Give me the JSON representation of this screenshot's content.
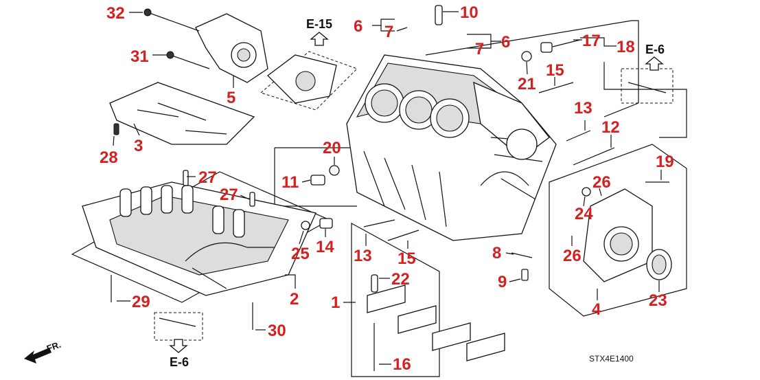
{
  "diagram": {
    "callouts": [
      {
        "id": "c32",
        "label": "32"
      },
      {
        "id": "c31",
        "label": "31"
      },
      {
        "id": "c5",
        "label": "5"
      },
      {
        "id": "c3",
        "label": "3"
      },
      {
        "id": "c28",
        "label": "28"
      },
      {
        "id": "c27a",
        "label": "27"
      },
      {
        "id": "c27b",
        "label": "27"
      },
      {
        "id": "c25",
        "label": "25"
      },
      {
        "id": "c14",
        "label": "14"
      },
      {
        "id": "c29",
        "label": "29"
      },
      {
        "id": "c2",
        "label": "2"
      },
      {
        "id": "c30",
        "label": "30"
      },
      {
        "id": "c10",
        "label": "10"
      },
      {
        "id": "c6a",
        "label": "6"
      },
      {
        "id": "c7a",
        "label": "7"
      },
      {
        "id": "c6b",
        "label": "6"
      },
      {
        "id": "c7b",
        "label": "7"
      },
      {
        "id": "c17",
        "label": "17"
      },
      {
        "id": "c18",
        "label": "18"
      },
      {
        "id": "c21",
        "label": "21"
      },
      {
        "id": "c15a",
        "label": "15"
      },
      {
        "id": "c13a",
        "label": "13"
      },
      {
        "id": "c12",
        "label": "12"
      },
      {
        "id": "c20",
        "label": "20"
      },
      {
        "id": "c11",
        "label": "11"
      },
      {
        "id": "c19",
        "label": "19"
      },
      {
        "id": "c26a",
        "label": "26"
      },
      {
        "id": "c24",
        "label": "24"
      },
      {
        "id": "c26b",
        "label": "26"
      },
      {
        "id": "c13b",
        "label": "13"
      },
      {
        "id": "c15b",
        "label": "15"
      },
      {
        "id": "c8",
        "label": "8"
      },
      {
        "id": "c9",
        "label": "9"
      },
      {
        "id": "c22",
        "label": "22"
      },
      {
        "id": "c1",
        "label": "1"
      },
      {
        "id": "c16",
        "label": "16"
      },
      {
        "id": "c4",
        "label": "4"
      },
      {
        "id": "c23",
        "label": "23"
      }
    ],
    "section_refs": {
      "e15": "E-15",
      "e6_top": "E-6",
      "e6_bottom": "E-6"
    },
    "front_indicator": "FR.",
    "diagram_code": "STX4E1400"
  }
}
